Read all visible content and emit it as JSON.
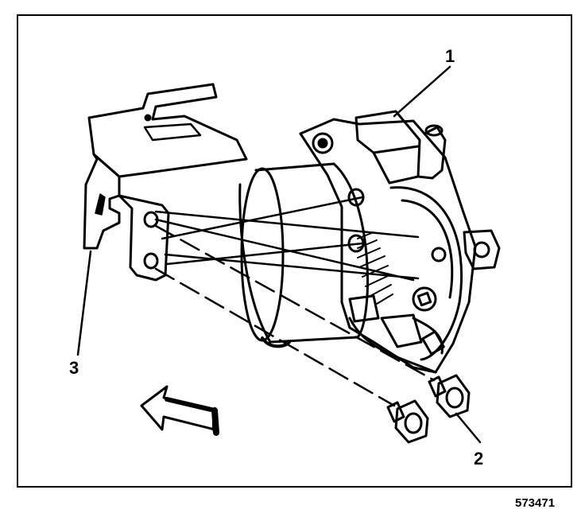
{
  "callouts": {
    "one": "1",
    "two": "2",
    "three": "3"
  },
  "figure_id": "573471",
  "colors": {
    "ink": "#000000",
    "paper": "#ffffff"
  },
  "icons": {
    "direction": "arrow-icon"
  }
}
